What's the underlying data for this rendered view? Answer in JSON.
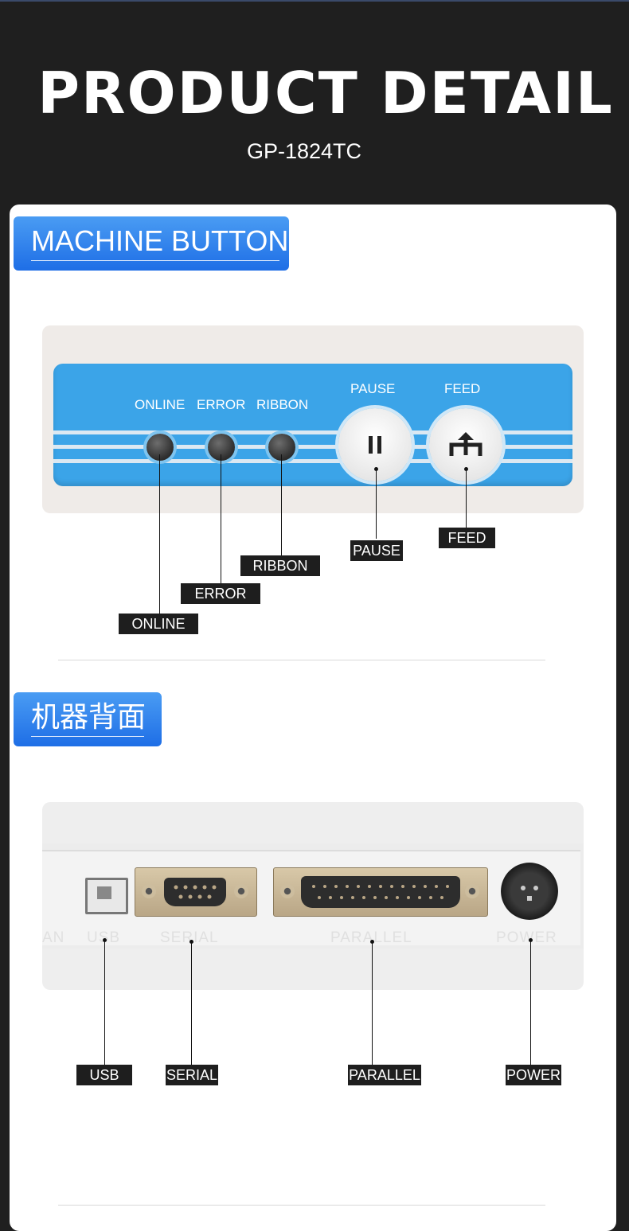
{
  "header": {
    "title": "PRODUCT DETAIL",
    "model": "GP-1824TC"
  },
  "sections": [
    {
      "tag": "MACHINE BUTTON"
    },
    {
      "tag": "机器背面"
    }
  ],
  "control_panel": {
    "plate_labels": {
      "online": "ONLINE",
      "error": "ERROR",
      "ribbon": "RIBBON",
      "pause": "PAUSE",
      "feed": "FEED"
    },
    "callouts": {
      "online": "ONLINE",
      "error": "ERROR",
      "ribbon": "RIBBON",
      "pause": "PAUSE",
      "feed": "FEED"
    }
  },
  "rear_panel": {
    "silkscreen": {
      "lan": "AN",
      "usb": "USB",
      "serial": "SERIAL",
      "parallel": "PARALLEL",
      "power": "POWER"
    },
    "callouts": {
      "usb": "USB",
      "serial": "SERIAL",
      "parallel": "PARALLEL",
      "power": "POWER"
    }
  }
}
